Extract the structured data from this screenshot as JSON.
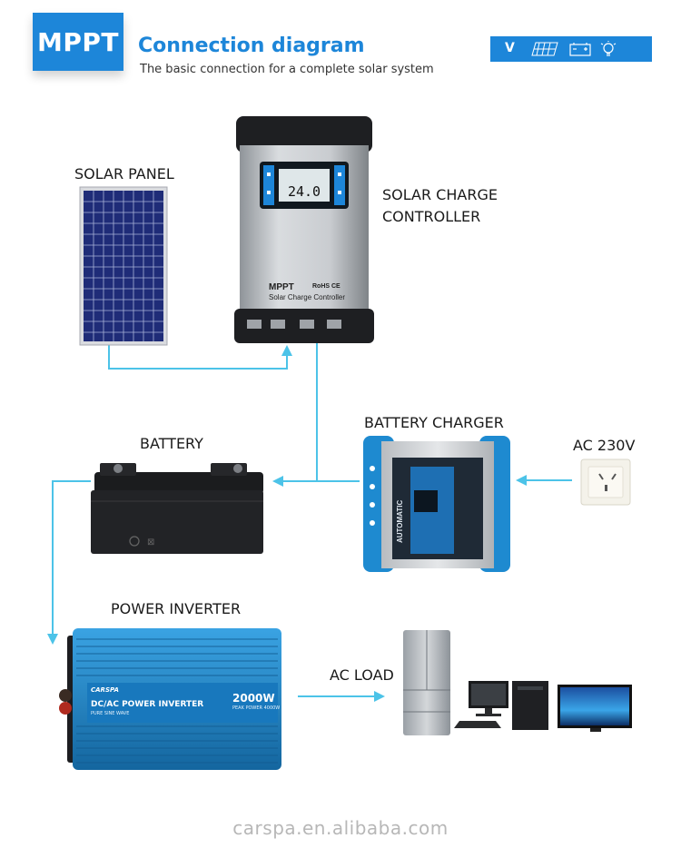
{
  "header": {
    "badge": "MPPT",
    "title": "Connection diagram",
    "subtitle": "The basic connection for a complete solar system",
    "bar_letter": "V",
    "bar_icons": [
      "solar-panel-icon",
      "battery-icon",
      "bulb-icon"
    ]
  },
  "labels": {
    "solar_panel": "SOLAR PANEL",
    "controller_line1": "SOLAR CHARGE",
    "controller_line2": "CONTROLLER",
    "battery_charger": "BATTERY CHARGER",
    "ac_230v": "AC 230V",
    "battery": "BATTERY",
    "power_inverter": "POWER INVERTER",
    "ac_load": "AC LOAD"
  },
  "controller": {
    "display": "24.0",
    "brand": "MPPT",
    "model": "Solar Charge Controller",
    "cert": "RoHS CE"
  },
  "charger": {
    "side_text": "AUTOMATIC"
  },
  "inverter": {
    "brand": "CARSPA",
    "name": "DC/AC POWER INVERTER",
    "wave": "PURE SINE WAVE",
    "power": "2000W",
    "peak": "PEAK POWER 4000W"
  },
  "footer": "carspa.en.alibaba.com",
  "colors": {
    "brand_blue": "#1d86d9",
    "arrow": "#4cc3e8",
    "panel_cell": "#2c3990",
    "inverter_blue": "#1e8ad0"
  }
}
